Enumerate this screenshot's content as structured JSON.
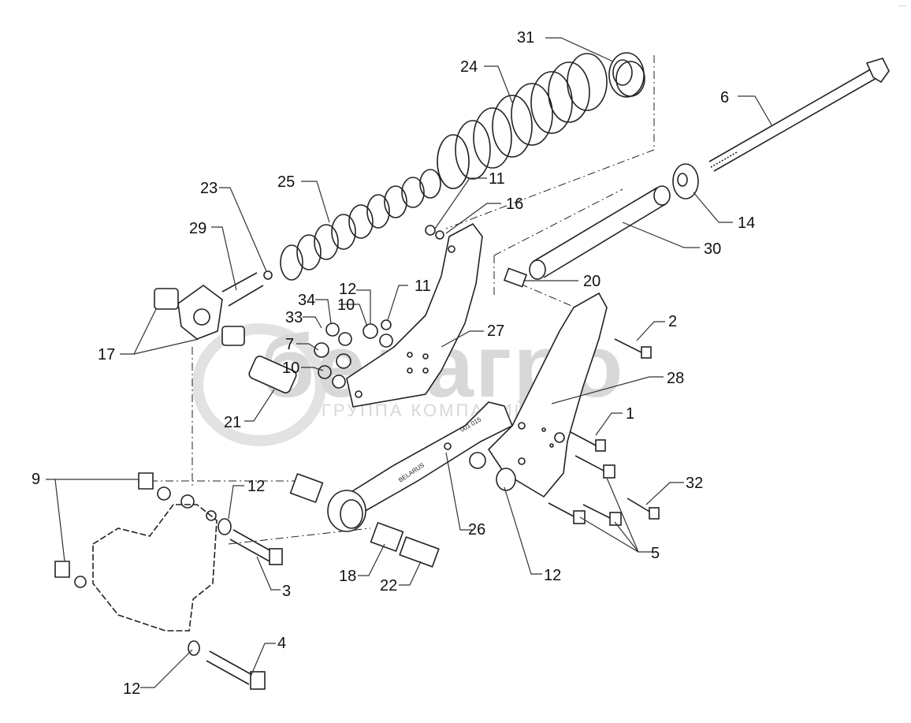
{
  "watermark": {
    "logo": "белагро",
    "subtitle": "ГРУППА КОМПАНИЙ"
  },
  "arm_markings": [
    "BELARUS",
    "001 015"
  ],
  "callouts": [
    "31",
    "24",
    "6",
    "23",
    "25",
    "11",
    "16",
    "29",
    "14",
    "30",
    "20",
    "12",
    "11",
    "34",
    "10",
    "33",
    "27",
    "7",
    "2",
    "17",
    "10",
    "28",
    "21",
    "1",
    "9",
    "12",
    "32",
    "26",
    "5",
    "3",
    "18",
    "22",
    "12",
    "4",
    "12"
  ],
  "colors": {
    "line": "#222222",
    "part_fill": "#ffffff",
    "watermark": "#d8d8d8",
    "leader": "#333333"
  }
}
